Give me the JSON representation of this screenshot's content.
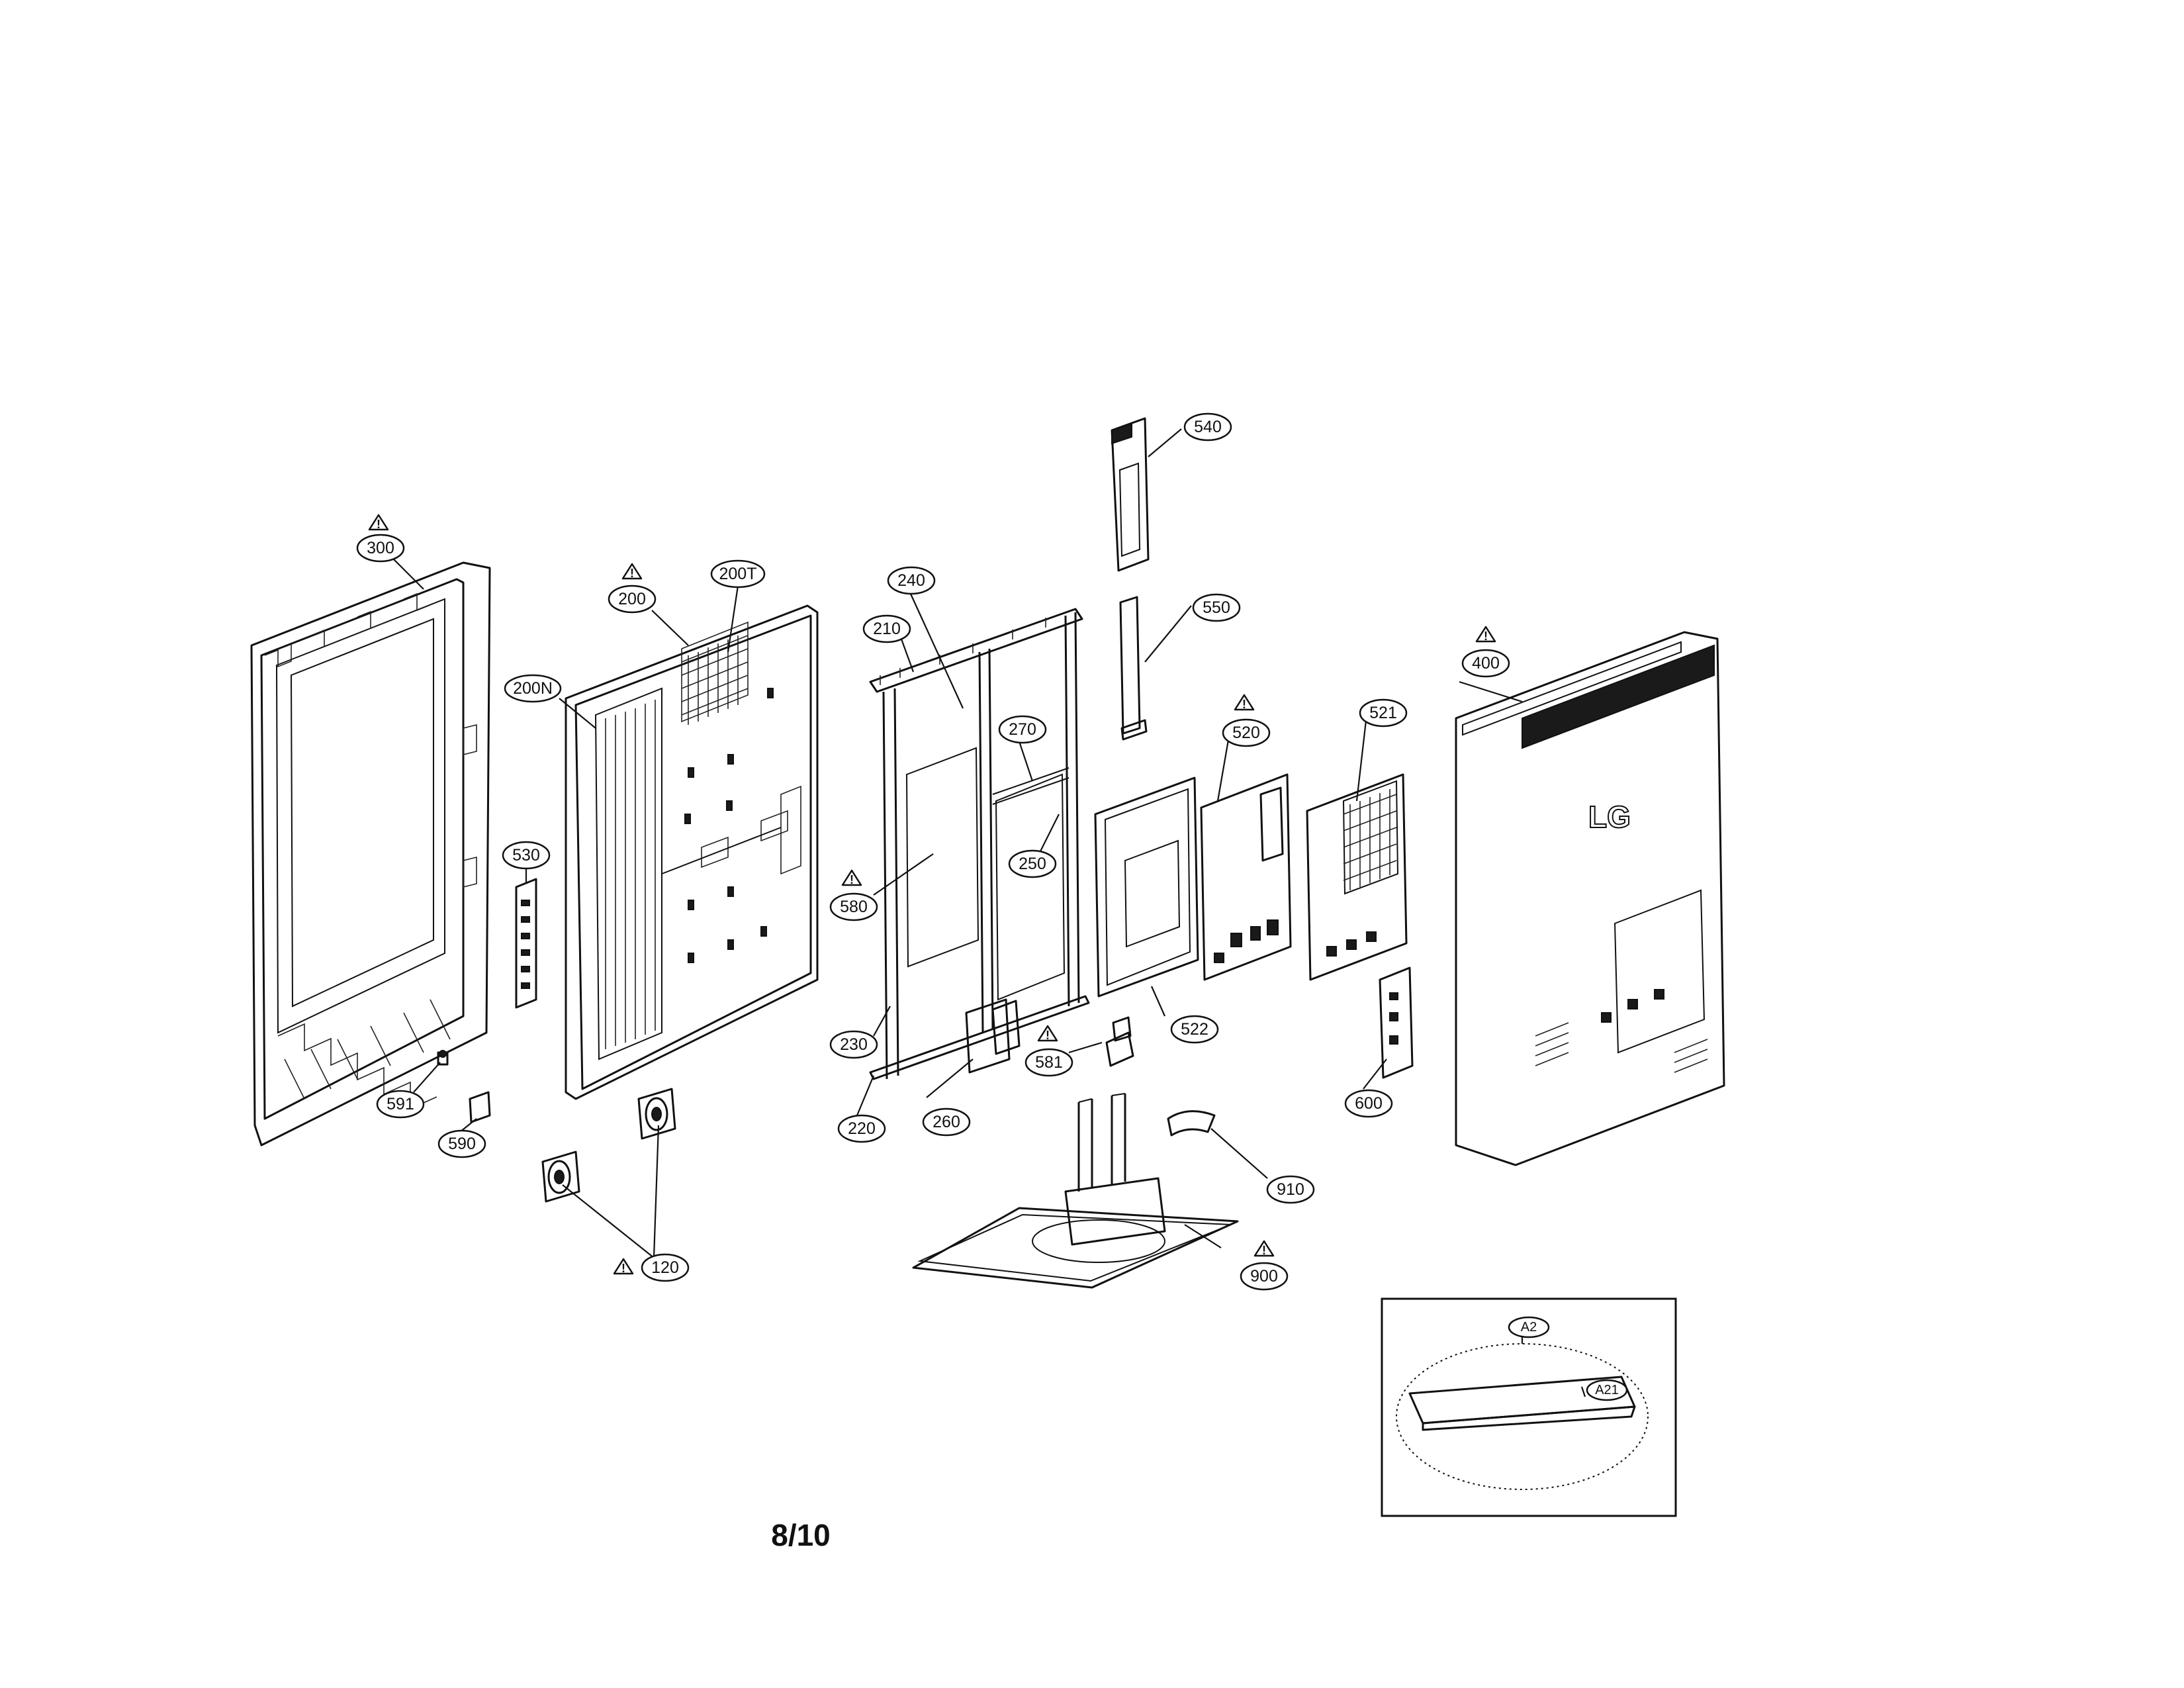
{
  "diagram": {
    "page_number": "8/10",
    "callouts": {
      "p300": "300",
      "p200": "200",
      "p200t": "200T",
      "p200n": "200N",
      "p530": "530",
      "p591": "591",
      "p590": "590",
      "p120": "120",
      "p240": "240",
      "p210": "210",
      "p270": "270",
      "p250": "250",
      "p580": "580",
      "p230": "230",
      "p220": "220",
      "p260": "260",
      "p540": "540",
      "p550": "550",
      "p520": "520",
      "p521": "521",
      "p522": "522",
      "p581": "581",
      "p600": "600",
      "p910": "910",
      "p900": "900",
      "p400": "400",
      "pa2": "A2",
      "pa21": "A21"
    },
    "logo_text": "LG",
    "warning_icon": "warning-triangle-icon"
  }
}
